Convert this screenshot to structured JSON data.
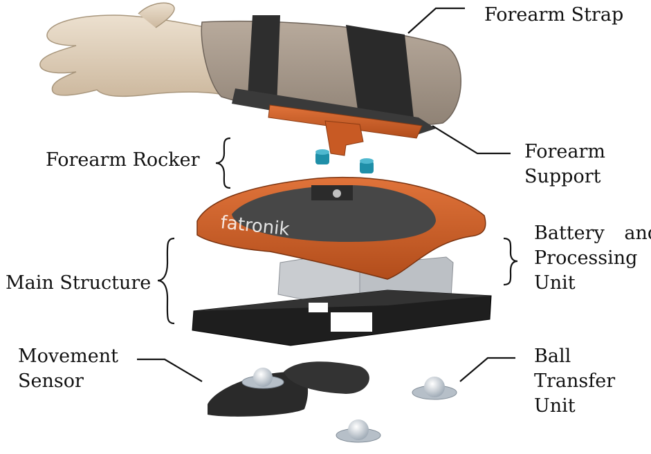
{
  "labels": {
    "forearm_strap": [
      "Forearm Strap"
    ],
    "forearm_rocker": [
      "Forearm Rocker"
    ],
    "forearm_support": [
      "Forearm",
      "Support"
    ],
    "battery_unit": [
      "Battery and",
      "Processing",
      "Unit"
    ],
    "main_structure": [
      "Main Structure"
    ],
    "movement_sensor": [
      "Movement",
      "Sensor"
    ],
    "ball_transfer_unit": [
      "Ball",
      "Transfer",
      "Unit"
    ]
  },
  "logo_text": "fatronik",
  "colors": {
    "skin": "#d9c7b0",
    "forearm": "#a99a8c",
    "strap": "#2e2e2e",
    "orange": "#d9642a",
    "teal": "#1f8fa8",
    "platform_top": "#474747",
    "base": "#1e1e1e",
    "battery": "#c9ccd0",
    "ball": "#dfe3e8"
  }
}
